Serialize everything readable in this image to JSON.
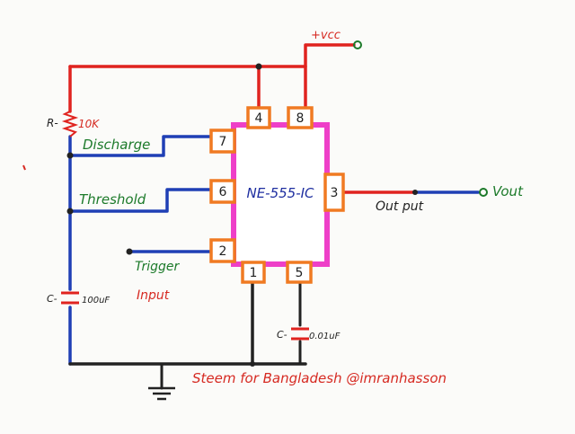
{
  "chip": {
    "label": "NE-555-IC"
  },
  "pins": {
    "p4": "4",
    "p8": "8",
    "p7": "7",
    "p6": "6",
    "p2": "2",
    "p3": "3",
    "p1": "1",
    "p5": "5"
  },
  "labels": {
    "vcc": "+vcc",
    "resistor": "R-",
    "resistor_value": "10K",
    "discharge": "Discharge",
    "threshold": "Threshold",
    "trigger": "Trigger",
    "input": "Input",
    "cap_timing": "C-",
    "cap_timing_value": "100uF",
    "cap_control": "C-",
    "cap_control_value": "0.01uF",
    "output": "Out put",
    "vout": "Vout",
    "credit": "Steem for Bangladesh @imranhasson"
  },
  "colors": {
    "wire_red": "#e0231f",
    "wire_blue": "#1f3fb5",
    "wire_black": "#222222",
    "chip_outline": "#ee3fc8",
    "pin_box": "#f07a22",
    "text_green": "#1c7a2a",
    "text_red": "#d62a22"
  }
}
